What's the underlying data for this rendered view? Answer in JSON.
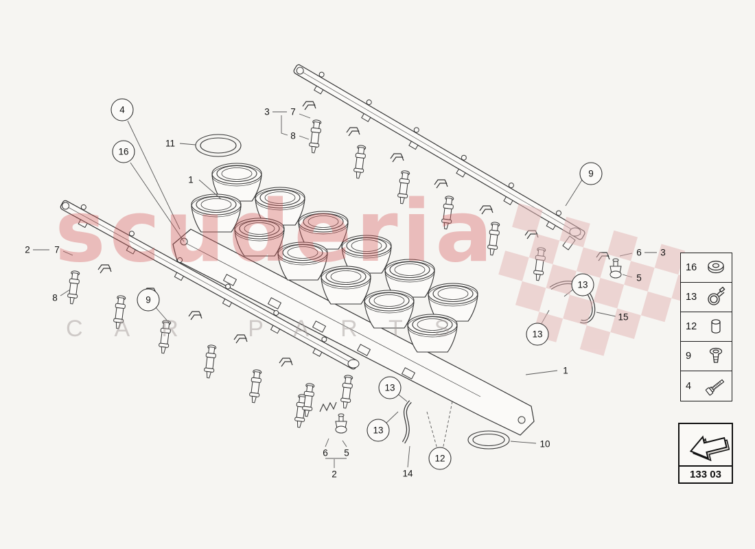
{
  "watermark": {
    "title": "scuderia",
    "subtitle": "CAR PARTS"
  },
  "colors": {
    "watermark_accent": "#d65858",
    "checker": "#e4b4b4",
    "line": "#333333",
    "background": "#f6f5f2"
  },
  "callouts": [
    "4",
    "16",
    "11",
    "1",
    "3",
    "7",
    "8",
    "9",
    "2",
    "7",
    "8",
    "9",
    "6",
    "3",
    "5",
    "13",
    "15",
    "13",
    "1",
    "13",
    "13",
    "6",
    "5",
    "2",
    "12",
    "14",
    "10"
  ],
  "legend": {
    "items": [
      {
        "number": "16",
        "icon": "washer-icon"
      },
      {
        "number": "13",
        "icon": "hose-clamp-icon"
      },
      {
        "number": "12",
        "icon": "bushing-icon"
      },
      {
        "number": "9",
        "icon": "screw-icon"
      },
      {
        "number": "4",
        "icon": "bolt-icon"
      }
    ]
  },
  "nav": {
    "code": "133 03",
    "icon": "back-arrow-icon"
  }
}
